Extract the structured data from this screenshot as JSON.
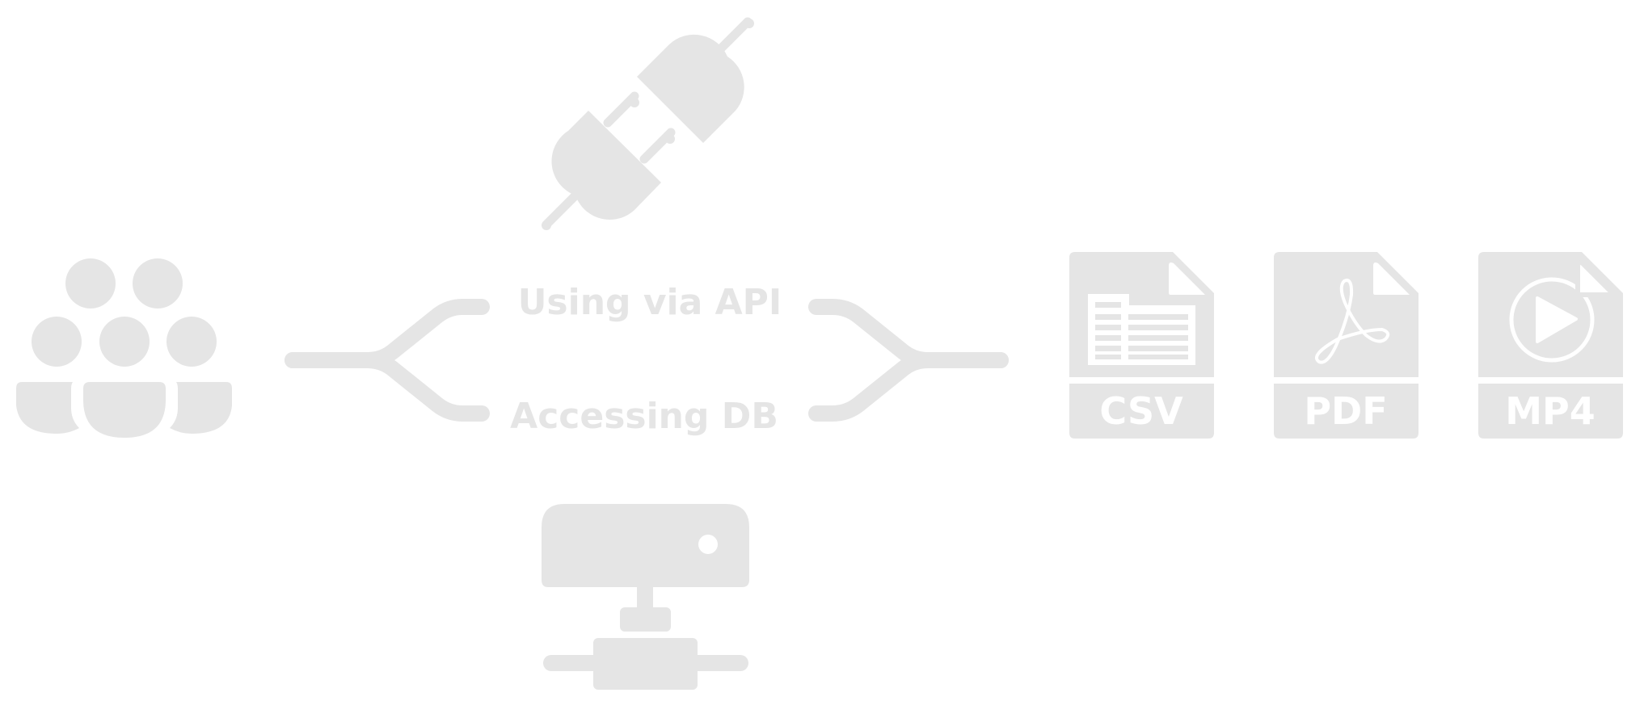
{
  "colors": {
    "icon": "#e5e5e5",
    "background": "#ffffff"
  },
  "labels": {
    "api": "Using via API",
    "db": "Accessing DB"
  },
  "files": [
    {
      "label": "CSV",
      "icon": "table-icon"
    },
    {
      "label": "PDF",
      "icon": "acrobat-icon"
    },
    {
      "label": "MP4",
      "icon": "play-icon"
    }
  ],
  "icons": {
    "users": "users-group-icon",
    "plug": "plug-connection-icon",
    "server": "database-server-icon"
  }
}
